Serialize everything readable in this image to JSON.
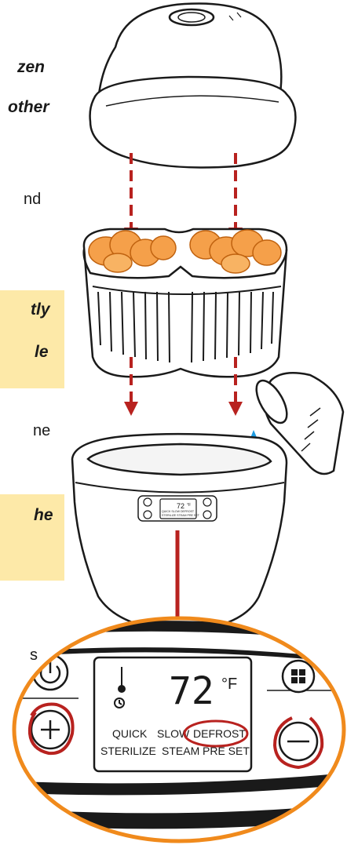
{
  "text_fragments": {
    "f1": "zen",
    "f2": "other",
    "f3": "nd",
    "f4": "tly",
    "f5": "le",
    "f6": "ne",
    "f7": "he",
    "f8": "s"
  },
  "display_small": {
    "temp": "72",
    "unit": "°F",
    "modes_row1": "QUICK SLOW DEFROST",
    "modes_row2": "STERILIZE STEAM PRE SET"
  },
  "display_zoom": {
    "temp": "72",
    "unit": "°F",
    "mode_quick": "QUICK",
    "mode_slow": "SLOW",
    "mode_defrost": "DEFROST",
    "mode_sterilize": "STERILIZE",
    "mode_steam": "STEAM",
    "mode_preset": "PRE SET"
  },
  "colors": {
    "arrow_red": "#b8221f",
    "highlight_red": "#b8221f",
    "zoom_orange": "#f08a1c",
    "note_yellow": "#fde9a8",
    "carrot_orange": "#f5a04a",
    "water_blue": "#1e9be0"
  },
  "icons": [
    "power-icon",
    "plus-icon",
    "minus-icon",
    "menu-icon",
    "thermometer-icon",
    "clock-icon",
    "water-drop-icon"
  ]
}
